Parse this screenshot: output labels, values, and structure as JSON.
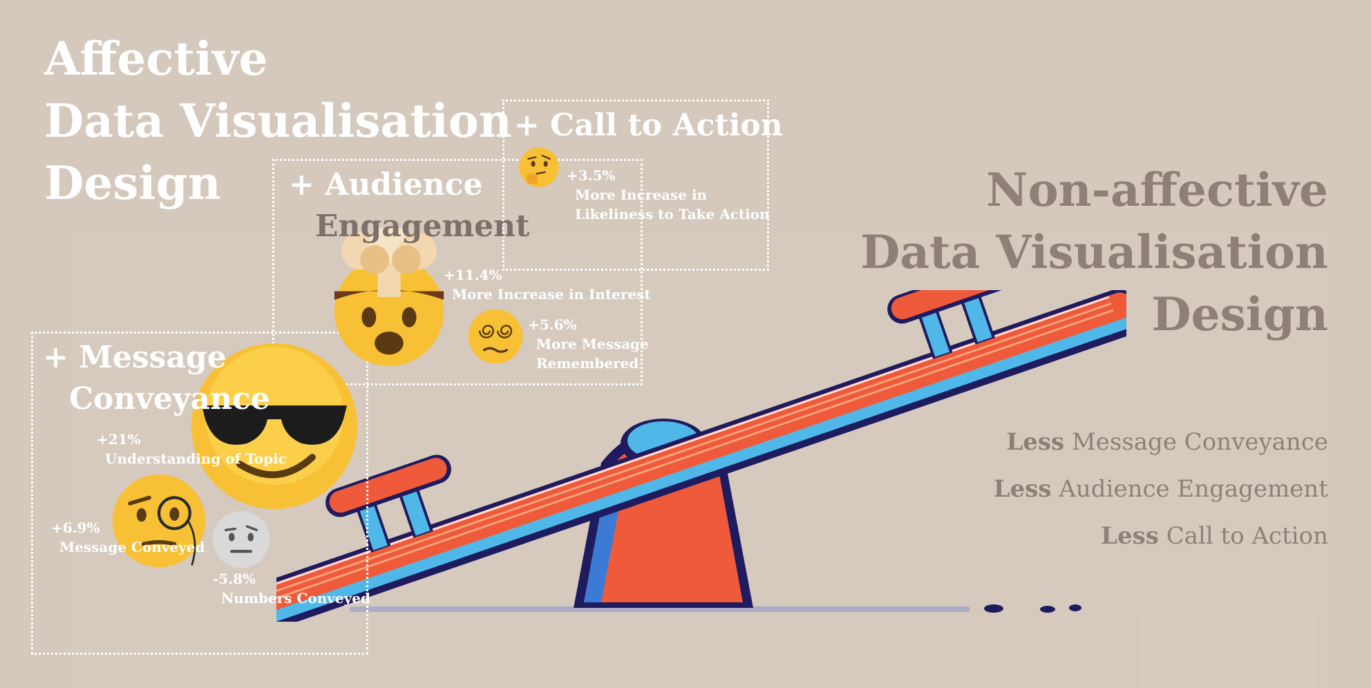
{
  "titles": {
    "affective": [
      "Affective",
      "Data Visualisation",
      "Design"
    ],
    "non_affective": [
      "Non-affective",
      "Data Visualisation",
      "Design"
    ]
  },
  "boxes": {
    "message": {
      "heading": [
        "+ Message",
        "Conveyance"
      ],
      "stats": [
        {
          "value": "+21%",
          "label": "Understanding of Topic"
        },
        {
          "value": "+6.9%",
          "label": "Message Conveyed"
        },
        {
          "value": "-5.8%",
          "label": "Numbers Conveyed"
        }
      ]
    },
    "audience": {
      "heading": [
        "+ Audience",
        "Engagement"
      ],
      "stats": [
        {
          "value": "+11.4%",
          "label": "More Increase in Interest"
        },
        {
          "value": "+5.6%",
          "label": [
            "More Message",
            "Remembered"
          ]
        }
      ]
    },
    "action": {
      "heading": "+ Call to Action",
      "stats": [
        {
          "value": "+3.5%",
          "label": [
            "More Increase in",
            "Likeliness to Take Action"
          ]
        }
      ]
    }
  },
  "less_list": [
    {
      "bold": "Less",
      "rest": " Message Conveyance"
    },
    {
      "bold": "Less",
      "rest": " Audience Engagement"
    },
    {
      "bold": "Less",
      "rest": " Call to Action"
    }
  ],
  "icons": [
    "cool-emoji-icon",
    "monocle-emoji-icon",
    "skeptical-emoji-icon",
    "mind-blown-emoji-icon",
    "dizzy-emoji-icon",
    "thinking-emoji-icon",
    "seesaw-illustration"
  ],
  "colors": {
    "background": "#d5c8bc",
    "white_text": "#ffffff",
    "muted_text": "#8e8079",
    "seesaw_orange": "#ef5a3a",
    "seesaw_blue": "#4fb8e8",
    "seesaw_navy": "#1e1b5e"
  }
}
